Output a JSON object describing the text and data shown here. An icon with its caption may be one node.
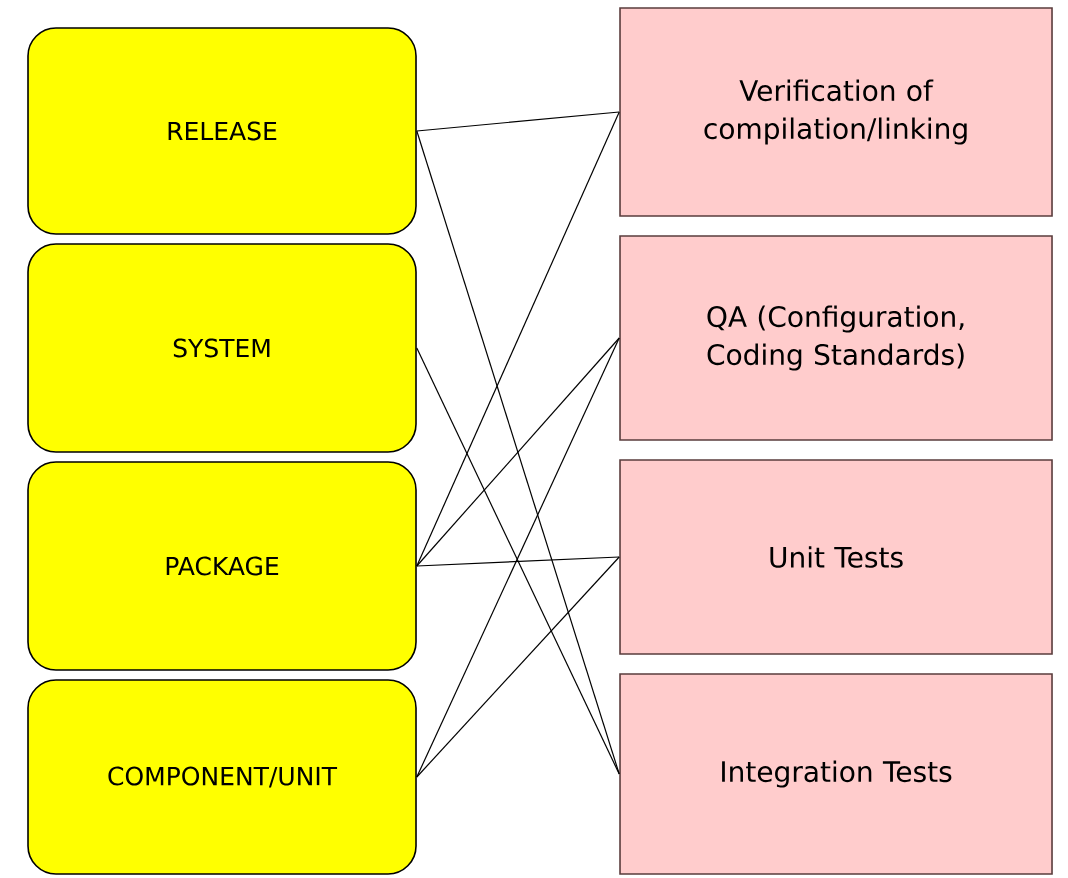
{
  "diagram": {
    "nodes": [
      {
        "text": [
          "RELEASE"
        ]
      },
      {
        "text": [
          "SYSTEM"
        ]
      },
      {
        "text": [
          "PACKAGE"
        ]
      },
      {
        "text": [
          "COMPONENT/UNIT"
        ]
      },
      {
        "text": [
          "Verification of compilation/linking"
        ]
      },
      {
        "text": [
          "QA (Configuration, Coding Standards)"
        ]
      },
      {
        "text": [
          "Unit Tests"
        ]
      },
      {
        "text": [
          "Integration Tests"
        ]
      }
    ],
    "edges": [
      {
        "from": 0,
        "to": 4,
        "arrow": "none"
      },
      {
        "from": 0,
        "to": 7,
        "arrow": "none"
      },
      {
        "from": 1,
        "to": 7,
        "arrow": "none"
      },
      {
        "from": 2,
        "to": 4,
        "arrow": "none"
      },
      {
        "from": 2,
        "to": 5,
        "arrow": "none"
      },
      {
        "from": 2,
        "to": 6,
        "arrow": "none"
      },
      {
        "from": 3,
        "to": 5,
        "arrow": "none"
      },
      {
        "from": 3,
        "to": 6,
        "arrow": "none"
      }
    ]
  }
}
